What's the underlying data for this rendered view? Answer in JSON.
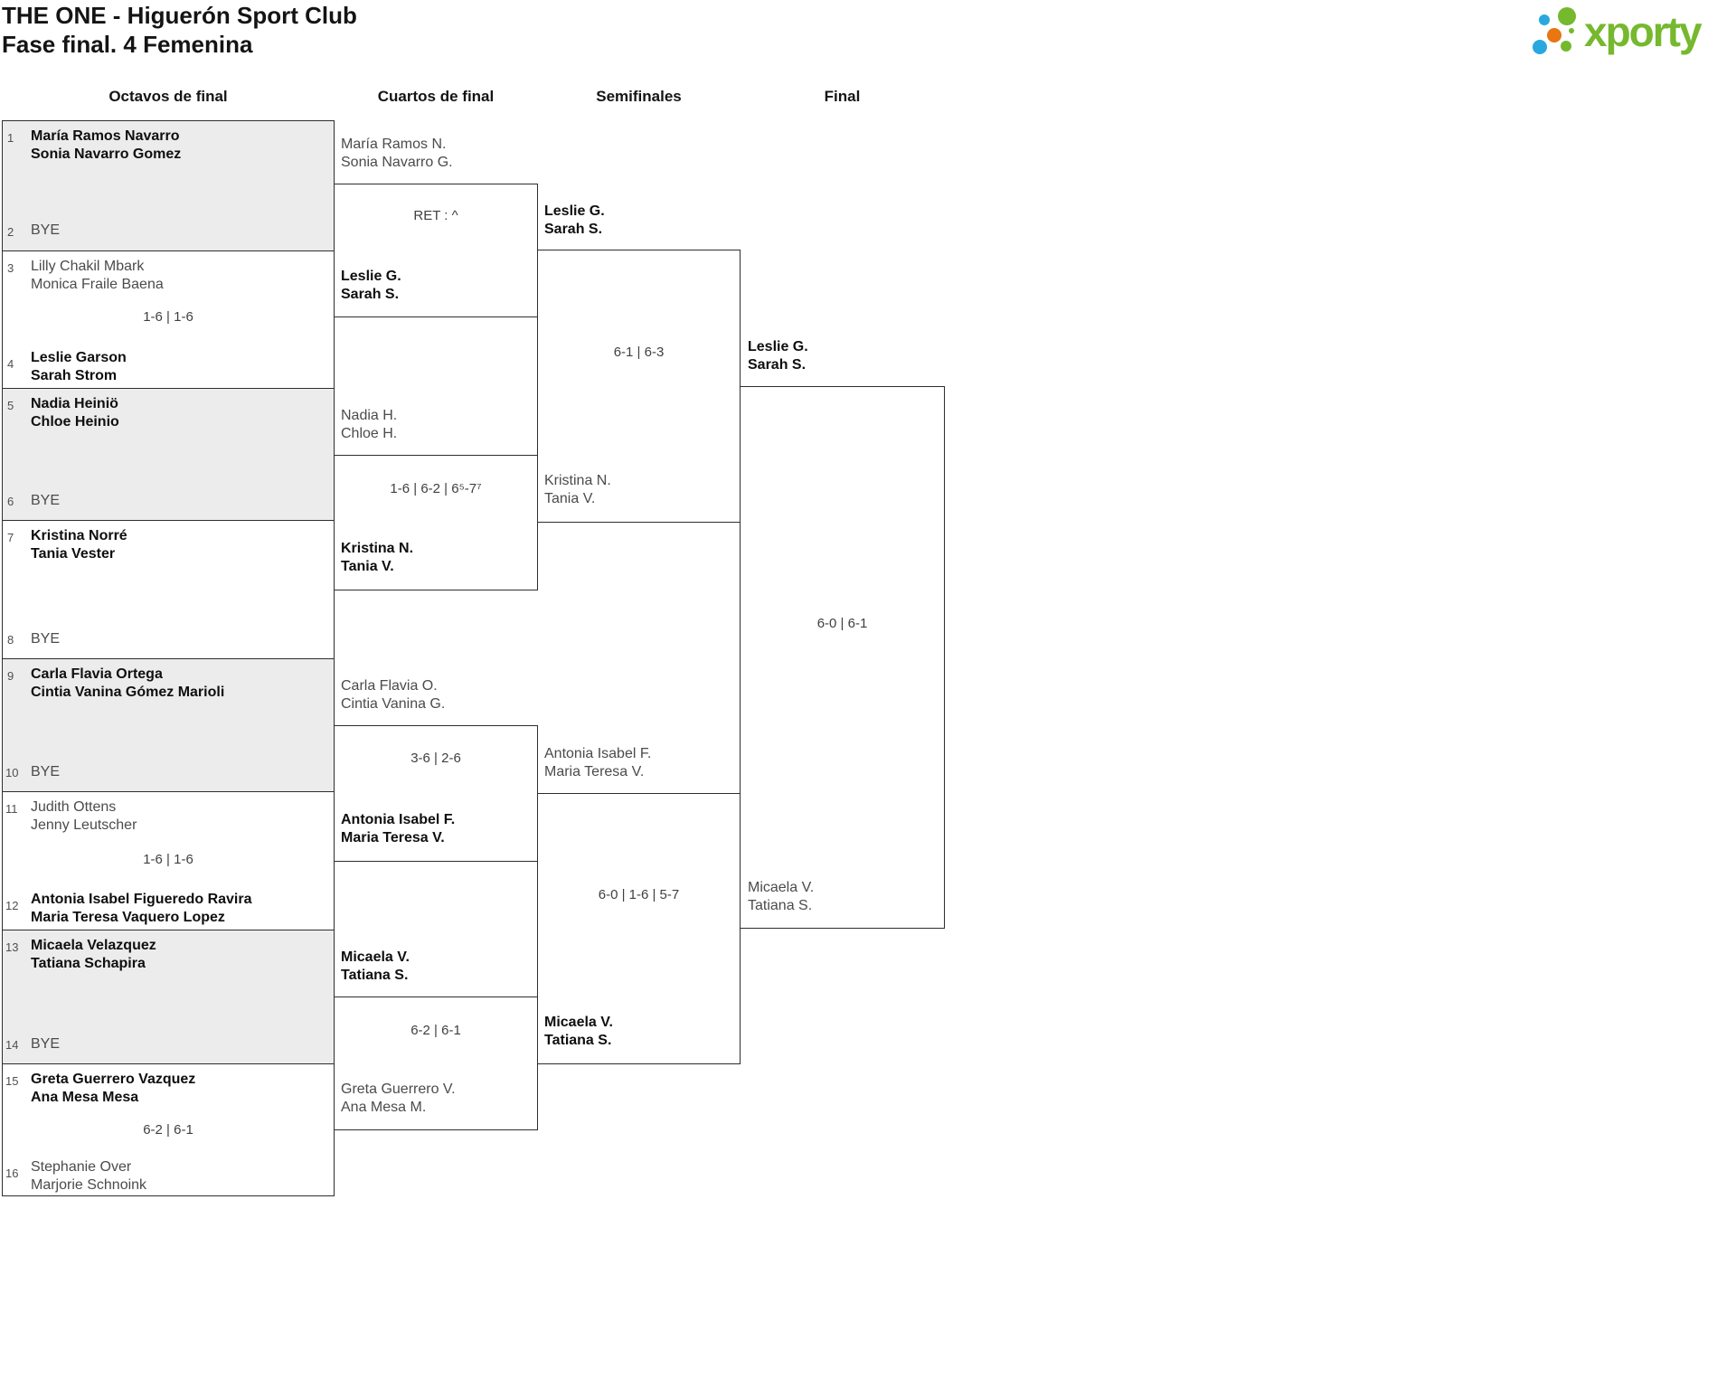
{
  "page": {
    "title": "THE ONE - Higuerón Sport Club",
    "subtitle": "Fase final. 4 Femenina"
  },
  "logo": {
    "brand": "xporty",
    "colors": {
      "green": "#76b82e",
      "blue": "#29a8e0",
      "orange": "#e87611"
    }
  },
  "rounds": {
    "r16": "Octavos de final",
    "qf": "Cuartos de final",
    "sf": "Semifinales",
    "final": "Final"
  },
  "octavos": [
    {
      "score": "",
      "a": {
        "seed": "1",
        "l1": "María Ramos Navarro",
        "l2": "Sonia Navarro Gomez",
        "winner": true
      },
      "b": {
        "seed": "2",
        "bye": "BYE"
      }
    },
    {
      "score": "1-6 | 1-6",
      "a": {
        "seed": "3",
        "l1": "Lilly Chakil Mbark",
        "l2": "Monica Fraile Baena",
        "winner": false
      },
      "b": {
        "seed": "4",
        "l1": "Leslie Garson",
        "l2": "Sarah Strom",
        "winner": true
      }
    },
    {
      "score": "",
      "a": {
        "seed": "5",
        "l1": "Nadia Heiniö",
        "l2": "Chloe Heinio",
        "winner": true
      },
      "b": {
        "seed": "6",
        "bye": "BYE"
      }
    },
    {
      "score": "",
      "a": {
        "seed": "7",
        "l1": "Kristina Norré",
        "l2": "Tania Vester",
        "winner": true
      },
      "b": {
        "seed": "8",
        "bye": "BYE"
      }
    },
    {
      "score": "",
      "a": {
        "seed": "9",
        "l1": "Carla Flavia Ortega",
        "l2": "Cintia Vanina Gómez Marioli",
        "winner": true
      },
      "b": {
        "seed": "10",
        "bye": "BYE"
      }
    },
    {
      "score": "1-6 | 1-6",
      "a": {
        "seed": "11",
        "l1": "Judith Ottens",
        "l2": "Jenny Leutscher",
        "winner": false
      },
      "b": {
        "seed": "12",
        "l1": "Antonia Isabel Figueredo Ravira",
        "l2": "Maria Teresa Vaquero Lopez",
        "winner": true
      }
    },
    {
      "score": "",
      "a": {
        "seed": "13",
        "l1": "Micaela Velazquez",
        "l2": "Tatiana Schapira",
        "winner": true
      },
      "b": {
        "seed": "14",
        "bye": "BYE"
      }
    },
    {
      "score": "6-2 | 6-1",
      "a": {
        "seed": "15",
        "l1": "Greta Guerrero Vazquez",
        "l2": "Ana Mesa Mesa",
        "winner": true
      },
      "b": {
        "seed": "16",
        "l1": "Stephanie Over",
        "l2": "Marjorie Schnoink",
        "winner": false
      }
    }
  ],
  "cuartos": [
    {
      "score": "RET : ^",
      "a": {
        "l1": "María Ramos N.",
        "l2": "Sonia Navarro G.",
        "winner": false
      },
      "b": {
        "l1": "Leslie G.",
        "l2": "Sarah S.",
        "winner": true
      }
    },
    {
      "score": "1-6 | 6-2 | 6⁵-7⁷",
      "a": {
        "l1": "Nadia H.",
        "l2": "Chloe H.",
        "winner": false
      },
      "b": {
        "l1": "Kristina N.",
        "l2": "Tania V.",
        "winner": true
      }
    },
    {
      "score": "3-6 | 2-6",
      "a": {
        "l1": "Carla Flavia O.",
        "l2": "Cintia Vanina G.",
        "winner": false
      },
      "b": {
        "l1": "Antonia Isabel F.",
        "l2": "Maria Teresa V.",
        "winner": true
      }
    },
    {
      "score": "6-2 | 6-1",
      "a": {
        "l1": "Micaela V.",
        "l2": "Tatiana S.",
        "winner": true
      },
      "b": {
        "l1": "Greta Guerrero V.",
        "l2": "Ana Mesa M.",
        "winner": false
      }
    }
  ],
  "semifinales": [
    {
      "score": "6-1 | 6-3",
      "a": {
        "l1": "Leslie G.",
        "l2": "Sarah S.",
        "winner": true
      },
      "b": {
        "l1": "Kristina N.",
        "l2": "Tania V.",
        "winner": false
      }
    },
    {
      "score": "6-0 | 1-6 | 5-7",
      "a": {
        "l1": "Antonia Isabel F.",
        "l2": "Maria Teresa V.",
        "winner": false
      },
      "b": {
        "l1": "Micaela V.",
        "l2": "Tatiana S.",
        "winner": true
      }
    }
  ],
  "final": {
    "score": "6-0 | 6-1",
    "a": {
      "l1": "Leslie G.",
      "l2": "Sarah S.",
      "winner": true
    },
    "b": {
      "l1": "Micaela V.",
      "l2": "Tatiana S.",
      "winner": false
    }
  }
}
